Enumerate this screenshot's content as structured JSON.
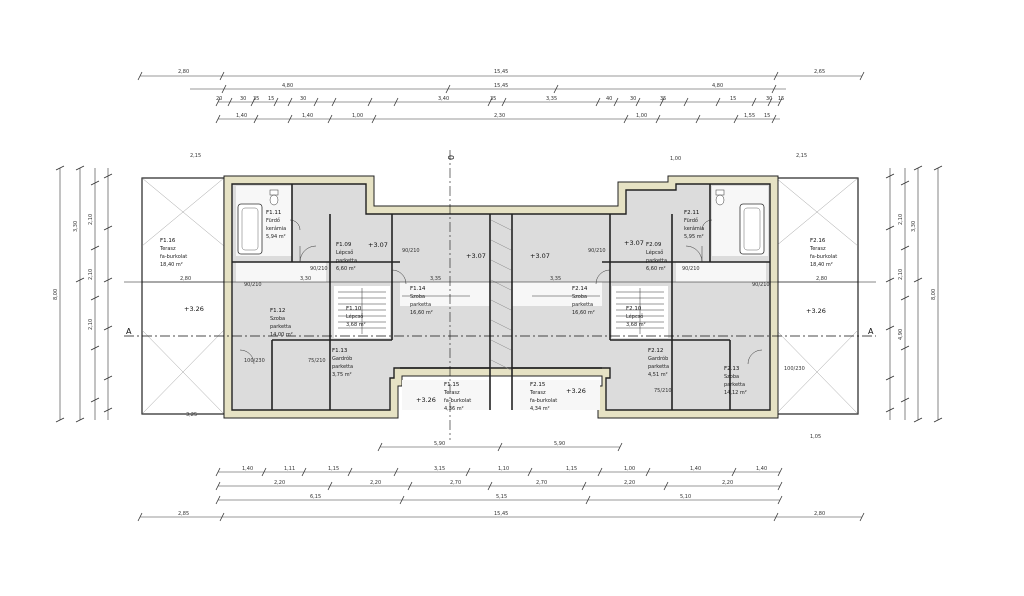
{
  "colors": {
    "wall": "#222222",
    "insulation": "#e6e2c4",
    "floor": "#dcdcdc",
    "terrace": "#ffffff",
    "dim": "#333333"
  },
  "section_marks": [
    "A",
    "A"
  ],
  "axis_label": "0",
  "dims_top": {
    "row1": [
      "2,80",
      "15,45",
      "2,65"
    ],
    "row2": [
      "4,80",
      "15,45",
      "4,80"
    ],
    "row3": [
      "20",
      "30",
      "35",
      "15",
      "30",
      "3,40",
      "35",
      "3,35",
      "40",
      "30",
      "35",
      "15",
      "30",
      "15"
    ],
    "row4": [
      "1,40",
      "1,40",
      "1,00",
      "2,30",
      "1,00",
      "1,55",
      "15"
    ]
  },
  "dims_bottom": {
    "row1": [
      "1,40",
      "1,11",
      "1,15",
      "3,15",
      "1,10",
      "1,15",
      "1,00",
      "1,40",
      "1,40"
    ],
    "row2": [
      "2,20",
      "2,20",
      "2,70",
      "2,70",
      "2,20",
      "2,20"
    ],
    "row3": [
      "6,15",
      "5,15",
      "5,10"
    ],
    "row4": [
      "2,85",
      "15,45",
      "2,80"
    ],
    "under": [
      "5,90",
      "5,90"
    ]
  },
  "dims_left": [
    "8,00",
    "3,30",
    "2,10",
    "2,10",
    "2,10"
  ],
  "dims_right": [
    "8,00",
    "3,30",
    "2,10",
    "2,10",
    "4,90"
  ],
  "wall_dims": [
    "2,15",
    "2,15",
    "1,00",
    "3,25",
    "3,30",
    "3,35",
    "3,35",
    "2,80",
    "2,80",
    "1,05"
  ],
  "levels": {
    "l1": "+3.07",
    "l2": "+3.07",
    "l3": "+3.07",
    "l4": "+3.07",
    "l5": "+3.26",
    "l6": "+3.26",
    "l7": "+3.26",
    "l8": "+3.26"
  },
  "openings": [
    "90/210",
    "90/210",
    "90/210",
    "90/210",
    "100/230",
    "100/230",
    "75/210",
    "75/210",
    "90/210",
    "90/210"
  ],
  "rooms": {
    "f116": {
      "code": "F1.16",
      "name": "Terasz",
      "floor": "fa-burkolat",
      "area": "18,40 m²"
    },
    "f111": {
      "code": "F1.11",
      "name": "Fürdő",
      "floor": "kerámia",
      "area": "5,94 m²"
    },
    "f109": {
      "code": "F1.09",
      "name": "Lépcső",
      "floor": "parketta",
      "area": "6,60 m²"
    },
    "f112": {
      "code": "F1.12",
      "name": "Szoba",
      "floor": "parketta",
      "area": "14,00 m²"
    },
    "f110": {
      "code": "F1.10",
      "name": "Lépcső",
      "floor": "",
      "area": "3,68 m²"
    },
    "f113": {
      "code": "F1.13",
      "name": "Gardrób",
      "floor": "parketta",
      "area": "3,75 m²"
    },
    "f114": {
      "code": "F1.14",
      "name": "Szoba",
      "floor": "parketta",
      "area": "16,60 m²"
    },
    "f115": {
      "code": "F1.15",
      "name": "Terasz",
      "floor": "fa-burkolat",
      "area": "4,36 m²"
    },
    "f214": {
      "code": "F2.14",
      "name": "Szoba",
      "floor": "parketta",
      "area": "16,60 m²"
    },
    "f215": {
      "code": "F2.15",
      "name": "Terasz",
      "floor": "fa-burkolat",
      "area": "4,34 m²"
    },
    "f209": {
      "code": "F2.09",
      "name": "Lépcső",
      "floor": "parketta",
      "area": "6,60 m²"
    },
    "f211": {
      "code": "F2.11",
      "name": "Fürdő",
      "floor": "kerámia",
      "area": "5,95 m²"
    },
    "f216": {
      "code": "F2.16",
      "name": "Terasz",
      "floor": "fa-burkolat",
      "area": "18,40 m²"
    },
    "f210": {
      "code": "F2.10",
      "name": "Lépcső",
      "floor": "",
      "area": "3,68 m²"
    },
    "f212": {
      "code": "F2.12",
      "name": "Gardrób",
      "floor": "parketta",
      "area": "4,51 m²"
    },
    "f213": {
      "code": "F2.13",
      "name": "Szoba",
      "floor": "parketta",
      "area": "14,12 m²"
    }
  }
}
